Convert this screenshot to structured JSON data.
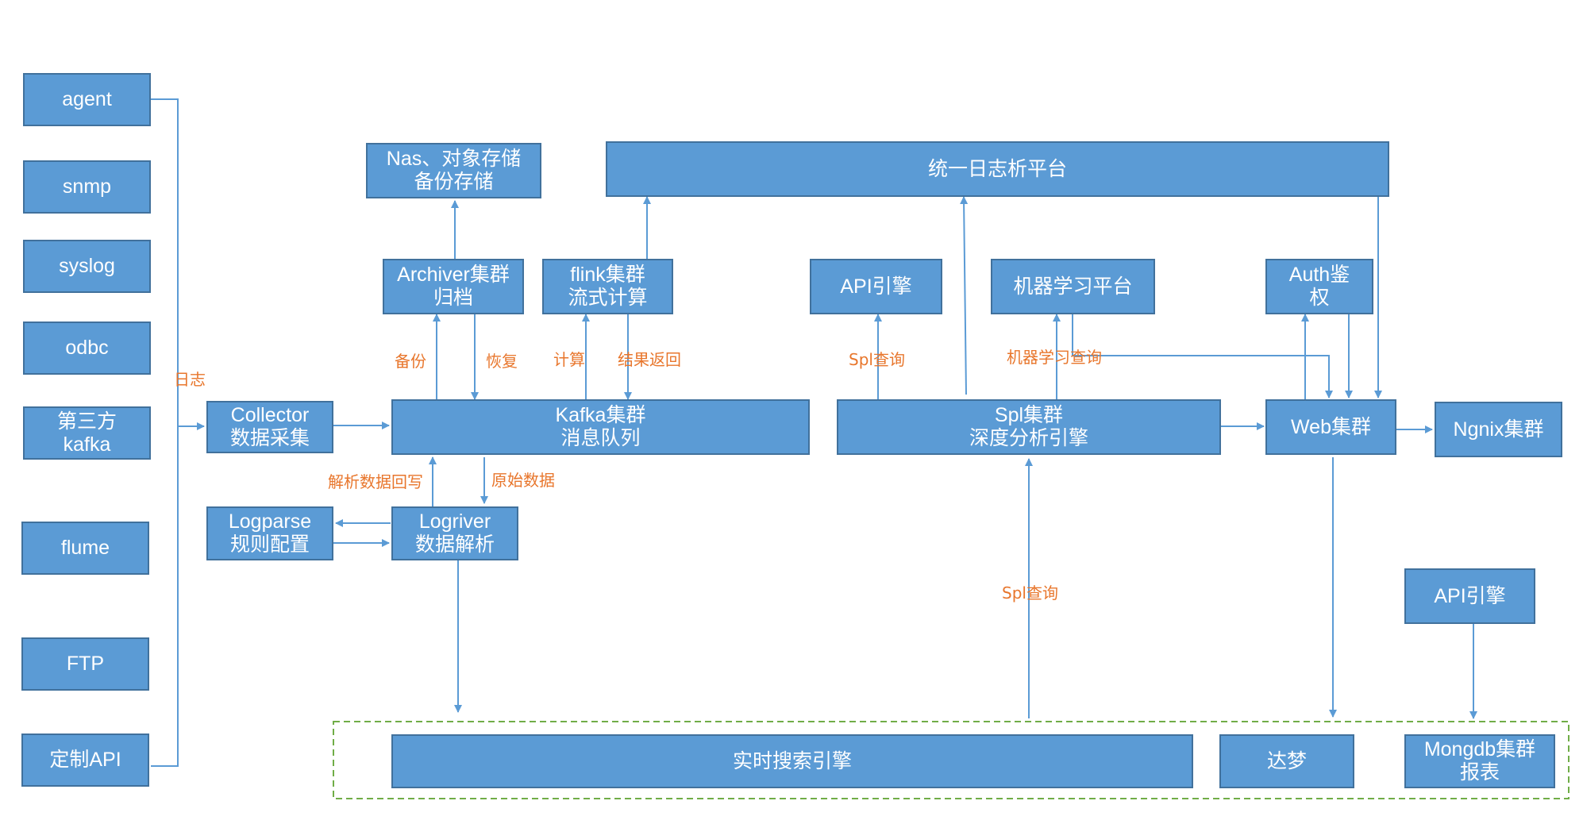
{
  "colors": {
    "box_fill": "#5b9bd5",
    "box_border": "#41719c",
    "connector": "#5b9bd5",
    "edge_label": "#e8762c",
    "group_border": "#70ad47"
  },
  "sources": {
    "agent": "agent",
    "snmp": "snmp",
    "syslog": "syslog",
    "odbc": "odbc",
    "thirdparty_l1": "第三方",
    "thirdparty_l2": "kafka",
    "flume": "flume",
    "ftp": "FTP",
    "custom_api": "定制API"
  },
  "nodes": {
    "collector": [
      "Collector",
      "数据采集"
    ],
    "kafka": [
      "Kafka集群",
      "消息队列"
    ],
    "logparse": [
      "Logparse",
      "规则配置"
    ],
    "logriver": [
      "Logriver",
      "数据解析"
    ],
    "nas": [
      "Nas、对象存储",
      "备份存储"
    ],
    "archiver": [
      "Archiver集群",
      "归档"
    ],
    "flink": [
      "flink集群",
      "流式计算"
    ],
    "platform": "统一日志析平台",
    "api_engine_top": "API引擎",
    "ml_platform": "机器学习平台",
    "auth": [
      "Auth鉴",
      "权"
    ],
    "spl_cluster": [
      "Spl集群",
      "深度分析引擎"
    ],
    "web_cluster": "Web集群",
    "ngnix_cluster": "Ngnix集群",
    "api_engine_bottom": "API引擎",
    "realtime_search": "实时搜索引擎",
    "dameng": "达梦",
    "mongodb": [
      "Mongdb集群",
      "报表"
    ]
  },
  "edge_labels": {
    "logs": "日志",
    "backup": "备份",
    "restore": "恢复",
    "compute": "计算",
    "result_return": "结果返回",
    "spl_query_api": "Spl查询",
    "ml_query": "机器学习查询",
    "parsed_writeback": "解析数据回写",
    "raw_data": "原始数据",
    "spl_query_bottom": "Spl查询"
  }
}
